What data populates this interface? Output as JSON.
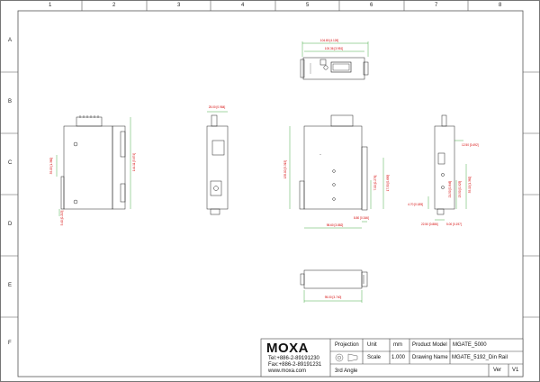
{
  "grid": {
    "columns": [
      "1",
      "2",
      "3",
      "4",
      "5",
      "6",
      "7",
      "8"
    ],
    "rows": [
      "A",
      "B",
      "C",
      "D",
      "E",
      "F"
    ]
  },
  "title_block": {
    "logo": "MOXA",
    "tel": "Tel:+886-2-89191230",
    "fax": "Fax:+886-2-89191231",
    "web": "www.moxa.com",
    "projection_label": "Projection",
    "projection_value": "3rd Angle",
    "unit_label": "Unit",
    "unit_value": "mm",
    "scale_label": "Scale",
    "scale_value": "1.000",
    "product_model_label": "Product Model",
    "product_model_value": "MGATE_5000",
    "drawing_name_label": "Drawing Name",
    "drawing_name_value": "MGATE_5192_Din Rail",
    "ver_label": "Ver",
    "ver_value": "V1"
  },
  "dimensions": {
    "top_w1": "104.80 [4.126]",
    "top_w2": "100.36 [3.951]",
    "side_h": "144.11 [5.674]",
    "side_d": "35.05 [1.380]",
    "side_bottom": "5.40 [0.213]",
    "narrow_top": "25.00 [0.984]",
    "front_h": "135.00 [5.315]",
    "front_w": "98.60 [3.882]",
    "front_offset": "8.80 [0.346]",
    "front_small": "17.50 [0.689]",
    "front_small2": "7.00 [0.276]",
    "right_top": "12.50 [0.492]",
    "right_mid": "35.10 [1.382]",
    "right_low1": "23.50 [0.925]",
    "right_low2": "21.50 [0.846]",
    "right_b1": "4.70 [0.185]",
    "right_b2": "5.00 [0.197]",
    "right_b3": "22.50 [0.886]",
    "bottom_w": "95.00 [3.740]"
  }
}
